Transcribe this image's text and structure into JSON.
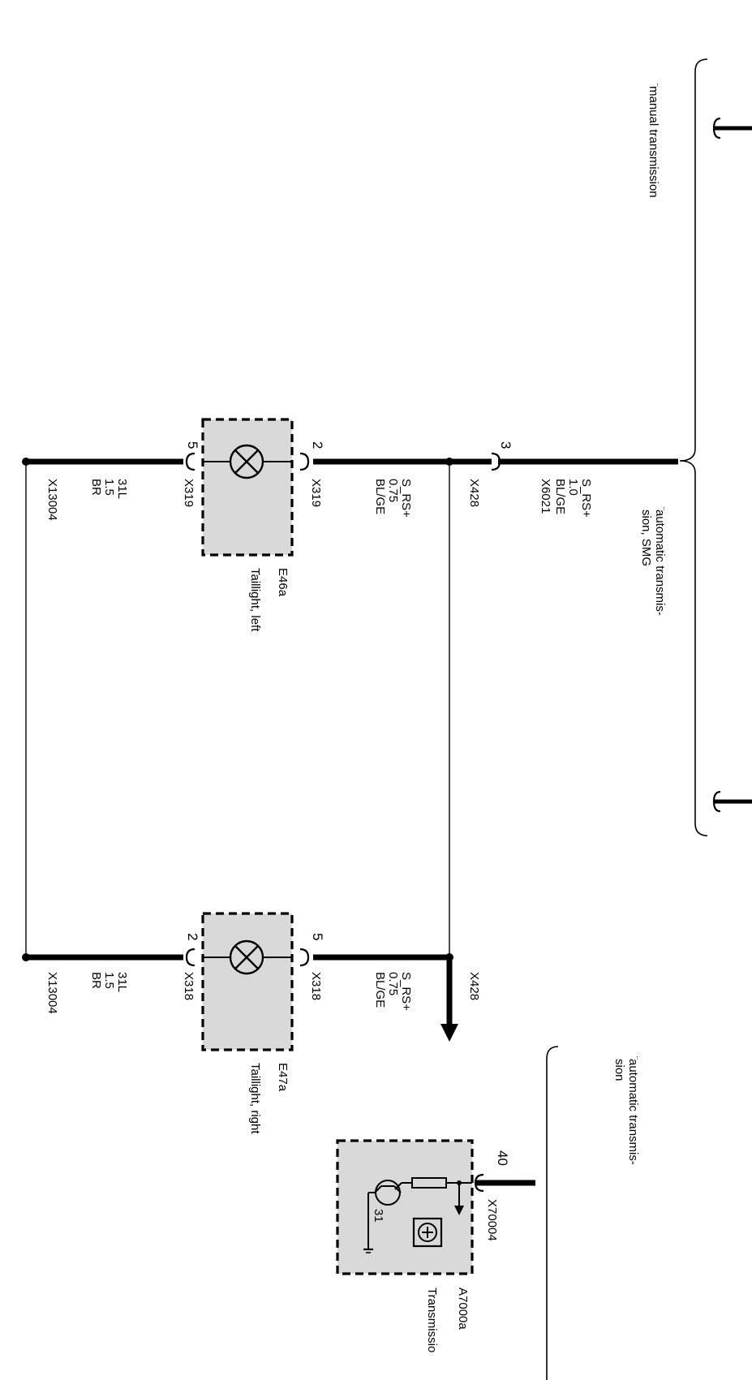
{
  "variants": {
    "manual": "manual transmission",
    "auto_smg_line1": "automatic transmis-",
    "auto_smg_line2": "sion, SMG",
    "auto_line1": "automatic transmis-",
    "auto_line2": "sion",
    "diaeresis": "¨"
  },
  "upper_wire": {
    "pin": "3",
    "signal": "S_RS+",
    "cross_section": "1.0",
    "color": "BL/GE",
    "connector": "X6021"
  },
  "splice": {
    "label": "X428"
  },
  "splice_right": {
    "label": "X428"
  },
  "left_lamp": {
    "id": "E46a",
    "name": "Taillight, left",
    "pin_in": "2",
    "pin_out": "5",
    "in_signal": "S_RS+",
    "in_cross_section": "0.75",
    "in_color": "BL/GE",
    "in_connector": "X319",
    "out_signal": "31L",
    "out_cross_section": "1.5",
    "out_color": "BR",
    "out_connector": "X319",
    "ground": "X13004"
  },
  "right_lamp": {
    "id": "E47a",
    "name": "Taillight, right",
    "pin_in": "5",
    "pin_out": "2",
    "in_signal": "S_RS+",
    "in_cross_section": "0.75",
    "in_color": "BL/GE",
    "in_connector": "X318",
    "out_signal": "31L",
    "out_cross_section": "1.5",
    "out_color": "BR",
    "out_connector": "X318",
    "ground": "X13004"
  },
  "transmission_module": {
    "id": "A7000a",
    "name": "Transmissio",
    "pin": "40",
    "connector": "X70004",
    "ground_label": "31"
  }
}
